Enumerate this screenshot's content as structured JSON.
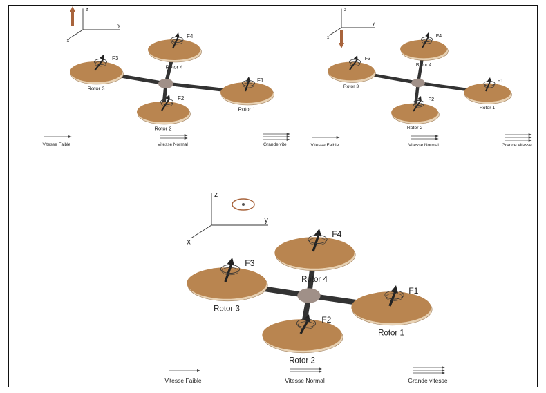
{
  "panels": [
    {
      "id": "top-left",
      "axes": {
        "z": "z",
        "y": "y",
        "x": "x"
      },
      "motion": "up",
      "rotors": [
        {
          "label": "Rotor 1",
          "force": "F1"
        },
        {
          "label": "Rotor 2",
          "force": "F2"
        },
        {
          "label": "Rotor 3",
          "force": "F3"
        },
        {
          "label": "Rotor 4",
          "force": "F4"
        }
      ],
      "legend": [
        "Vitesse Faible",
        "Vitesse Normal",
        "Grande vite"
      ]
    },
    {
      "id": "top-right",
      "axes": {
        "z": "z",
        "y": "y",
        "x": "x"
      },
      "motion": "down",
      "rotors": [
        {
          "label": "Rotor 1",
          "force": "F1"
        },
        {
          "label": "Rotor 2",
          "force": "F2"
        },
        {
          "label": "Rotor 3",
          "force": "F3"
        },
        {
          "label": "Rotor 4",
          "force": "F4"
        }
      ],
      "legend": [
        "Vitesse Faible",
        "Vitesse Normal",
        "Grande vitesse"
      ]
    },
    {
      "id": "bottom",
      "axes": {
        "z": "z",
        "y": "y",
        "x": "x"
      },
      "motion": "rotation",
      "rotors": [
        {
          "label": "Rotor 1",
          "force": "F1"
        },
        {
          "label": "Rotor 2",
          "force": "F2"
        },
        {
          "label": "Rotor 3",
          "force": "F3"
        },
        {
          "label": "Rotor 4",
          "force": "F4"
        }
      ],
      "legend": [
        "Vitesse Faible",
        "Vitesse Normal",
        "Grande vitesse"
      ]
    }
  ],
  "colors": {
    "rotor_fill": "#b98550",
    "rotor_rim": "#e8d2b4",
    "hub": "#a09088",
    "arm": "#333333",
    "motion_arrow": "#a8643c"
  }
}
